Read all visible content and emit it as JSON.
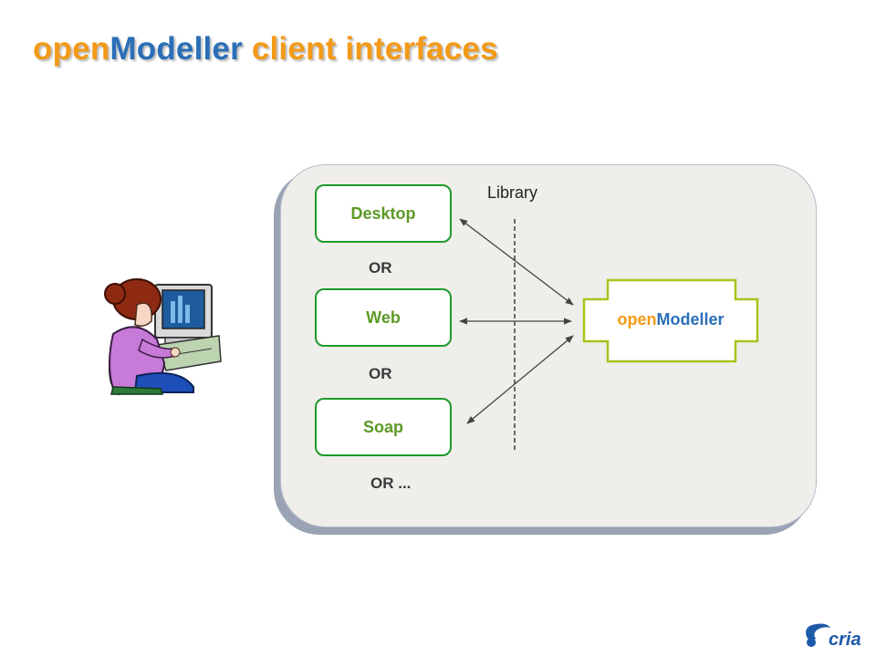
{
  "slide": {
    "title_part1": "open",
    "title_part2": "Modeller",
    "title_part3": " client interfaces"
  },
  "diagram": {
    "clients": [
      {
        "label": "Desktop"
      },
      {
        "label": "Web"
      },
      {
        "label": "Soap"
      }
    ],
    "separators": [
      "OR",
      "OR",
      "OR ..."
    ],
    "library_label": "Library",
    "engine_part1": "open",
    "engine_part2": "Modeller"
  },
  "logo": {
    "text": "cria"
  },
  "colors": {
    "title_orange": "#f39a17",
    "title_blue": "#2a6fb8",
    "client_border": "#1f9a2c",
    "client_text": "#5d9a26",
    "engine_border": "#a6c41c",
    "panel_bg": "#efeeea"
  },
  "icons": [
    "user-at-computer-icon",
    "cria-logo-icon"
  ]
}
